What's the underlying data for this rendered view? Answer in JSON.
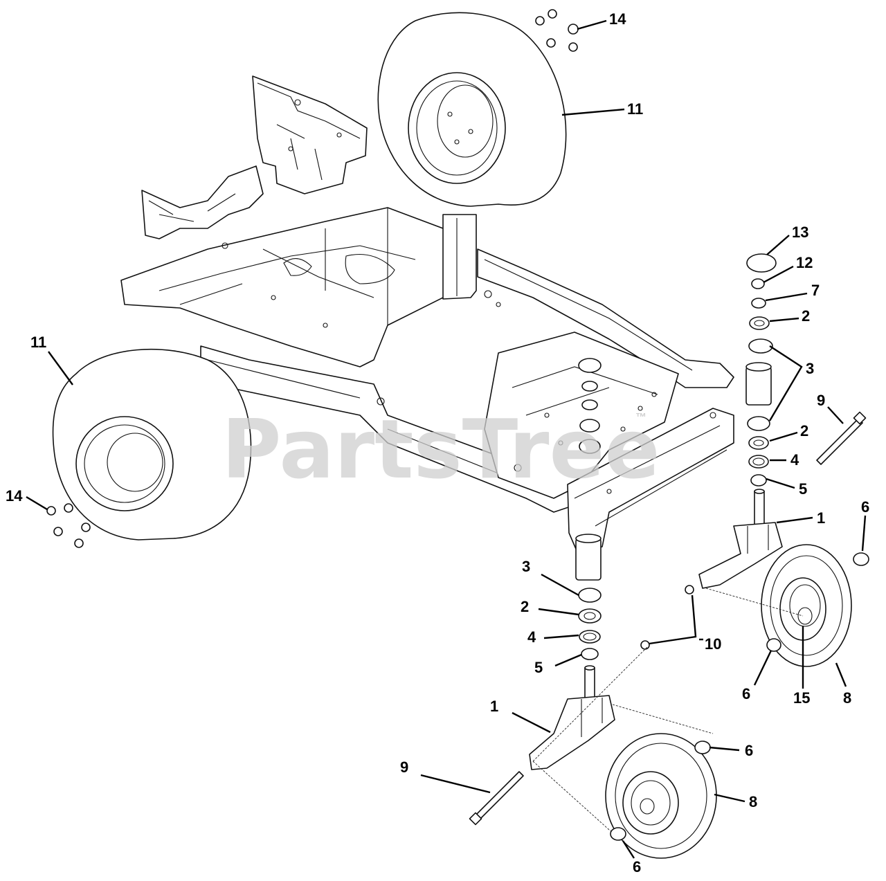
{
  "watermark": {
    "text": "PartsTree",
    "trademark": "™",
    "color": "#cfcfcf"
  },
  "callouts": [
    {
      "id": "c14a",
      "label": "14"
    },
    {
      "id": "c11a",
      "label": "11"
    },
    {
      "id": "c13",
      "label": "13"
    },
    {
      "id": "c12",
      "label": "12"
    },
    {
      "id": "c7",
      "label": "7"
    },
    {
      "id": "c2a",
      "label": "2"
    },
    {
      "id": "c3a",
      "label": "3"
    },
    {
      "id": "c9a",
      "label": "9"
    },
    {
      "id": "c2b",
      "label": "2"
    },
    {
      "id": "c4a",
      "label": "4"
    },
    {
      "id": "c5a",
      "label": "5"
    },
    {
      "id": "c1a",
      "label": "1"
    },
    {
      "id": "c6a",
      "label": "6"
    },
    {
      "id": "c11b",
      "label": "11"
    },
    {
      "id": "c14b",
      "label": "14"
    },
    {
      "id": "c3b",
      "label": "3"
    },
    {
      "id": "c2c",
      "label": "2"
    },
    {
      "id": "c4b",
      "label": "4"
    },
    {
      "id": "c5b",
      "label": "5"
    },
    {
      "id": "c10",
      "label": "10"
    },
    {
      "id": "c6b",
      "label": "6"
    },
    {
      "id": "c15",
      "label": "15"
    },
    {
      "id": "c8a",
      "label": "8"
    },
    {
      "id": "c1b",
      "label": "1"
    },
    {
      "id": "c6c",
      "label": "6"
    },
    {
      "id": "c9b",
      "label": "9"
    },
    {
      "id": "c8b",
      "label": "8"
    },
    {
      "id": "c6d",
      "label": "6"
    }
  ]
}
